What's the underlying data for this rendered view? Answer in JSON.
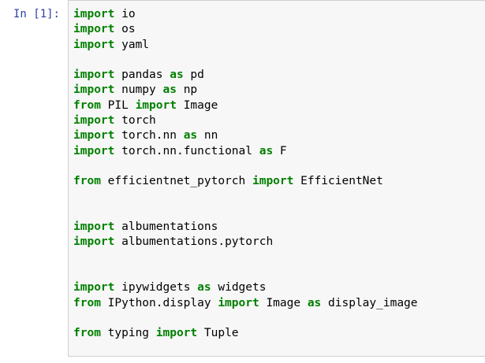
{
  "page": {
    "background": "#ffffff"
  },
  "prompt": {
    "label": "In [1]:",
    "color": "#303F9F"
  },
  "editor": {
    "background": "#f7f7f7",
    "border_color": "#cfcfcf",
    "keyword_color": "#008000",
    "text_color": "#000000",
    "lines": [
      [
        [
          "kw",
          "import"
        ],
        [
          "pl",
          " io"
        ]
      ],
      [
        [
          "kw",
          "import"
        ],
        [
          "pl",
          " os"
        ]
      ],
      [
        [
          "kw",
          "import"
        ],
        [
          "pl",
          " yaml"
        ]
      ],
      [],
      [
        [
          "kw",
          "import"
        ],
        [
          "pl",
          " pandas "
        ],
        [
          "kw",
          "as"
        ],
        [
          "pl",
          " pd"
        ]
      ],
      [
        [
          "kw",
          "import"
        ],
        [
          "pl",
          " numpy "
        ],
        [
          "kw",
          "as"
        ],
        [
          "pl",
          " np"
        ]
      ],
      [
        [
          "kw",
          "from"
        ],
        [
          "pl",
          " PIL "
        ],
        [
          "kw",
          "import"
        ],
        [
          "pl",
          " Image"
        ]
      ],
      [
        [
          "kw",
          "import"
        ],
        [
          "pl",
          " torch"
        ]
      ],
      [
        [
          "kw",
          "import"
        ],
        [
          "pl",
          " torch.nn "
        ],
        [
          "kw",
          "as"
        ],
        [
          "pl",
          " nn"
        ]
      ],
      [
        [
          "kw",
          "import"
        ],
        [
          "pl",
          " torch.nn.functional "
        ],
        [
          "kw",
          "as"
        ],
        [
          "pl",
          " F"
        ]
      ],
      [],
      [
        [
          "kw",
          "from"
        ],
        [
          "pl",
          " efficientnet_pytorch "
        ],
        [
          "kw",
          "import"
        ],
        [
          "pl",
          " EfficientNet"
        ]
      ],
      [],
      [],
      [
        [
          "kw",
          "import"
        ],
        [
          "pl",
          " albumentations"
        ]
      ],
      [
        [
          "kw",
          "import"
        ],
        [
          "pl",
          " albumentations.pytorch"
        ]
      ],
      [],
      [],
      [
        [
          "kw",
          "import"
        ],
        [
          "pl",
          " ipywidgets "
        ],
        [
          "kw",
          "as"
        ],
        [
          "pl",
          " widgets"
        ]
      ],
      [
        [
          "kw",
          "from"
        ],
        [
          "pl",
          " IPython.display "
        ],
        [
          "kw",
          "import"
        ],
        [
          "pl",
          " Image "
        ],
        [
          "kw",
          "as"
        ],
        [
          "pl",
          " display_image"
        ]
      ],
      [],
      [
        [
          "kw",
          "from"
        ],
        [
          "pl",
          " typing "
        ],
        [
          "kw",
          "import"
        ],
        [
          "pl",
          " Tuple"
        ]
      ]
    ]
  }
}
